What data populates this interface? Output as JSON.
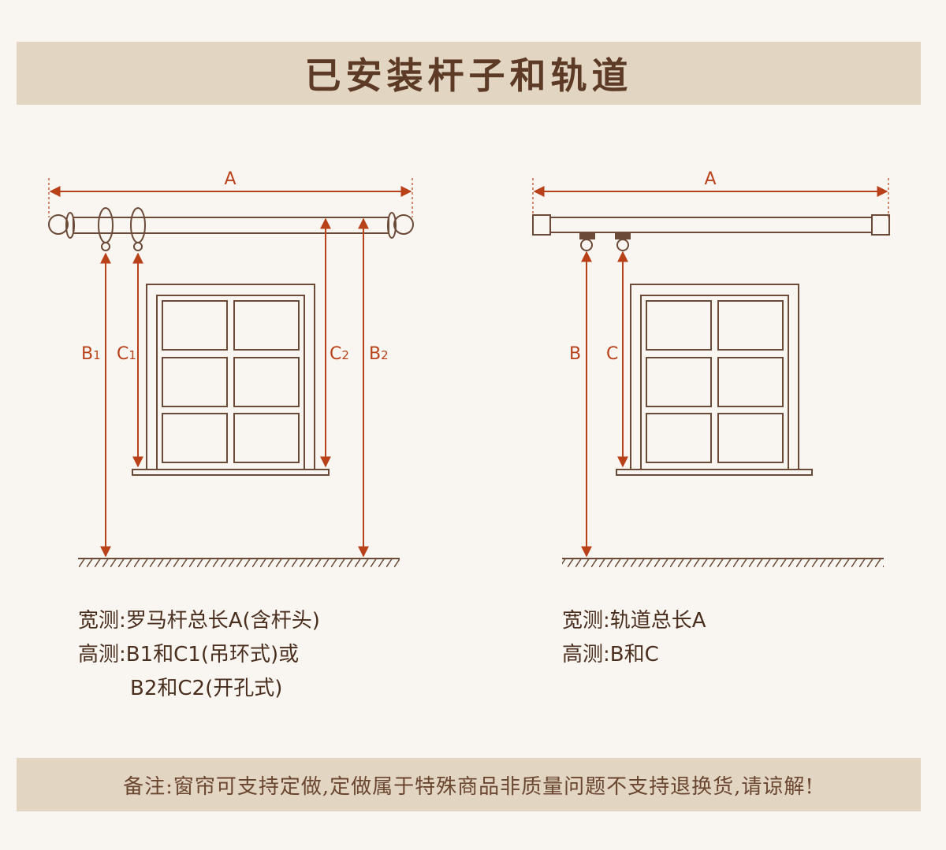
{
  "header": {
    "title": "已安装杆子和轨道"
  },
  "left_diagram": {
    "width_label": "A",
    "labels": [
      {
        "id": "B1",
        "main": "B",
        "sub": "1"
      },
      {
        "id": "C1",
        "main": "C",
        "sub": "1"
      },
      {
        "id": "C2",
        "main": "C",
        "sub": "2"
      },
      {
        "id": "B2",
        "main": "B",
        "sub": "2"
      }
    ],
    "caption": {
      "line1": "宽测:罗马杆总长A(含杆头)",
      "line2": "高测:B1和C1(吊环式)或",
      "line3": "B2和C2(开孔式)"
    }
  },
  "right_diagram": {
    "width_label": "A",
    "labels": [
      {
        "id": "B",
        "main": "B"
      },
      {
        "id": "C",
        "main": "C"
      }
    ],
    "caption": {
      "line1": "宽测:轨道总长A",
      "line2": "高测:B和C"
    }
  },
  "footer": {
    "note": "备注:窗帘可支持定做,定做属于特殊商品非质量问题不支持退换货,请谅解!"
  },
  "colors": {
    "line": "#6b4a37",
    "dimension": "#b9411a",
    "banner": "#e2d6c3",
    "background": "#f9f6f1"
  }
}
